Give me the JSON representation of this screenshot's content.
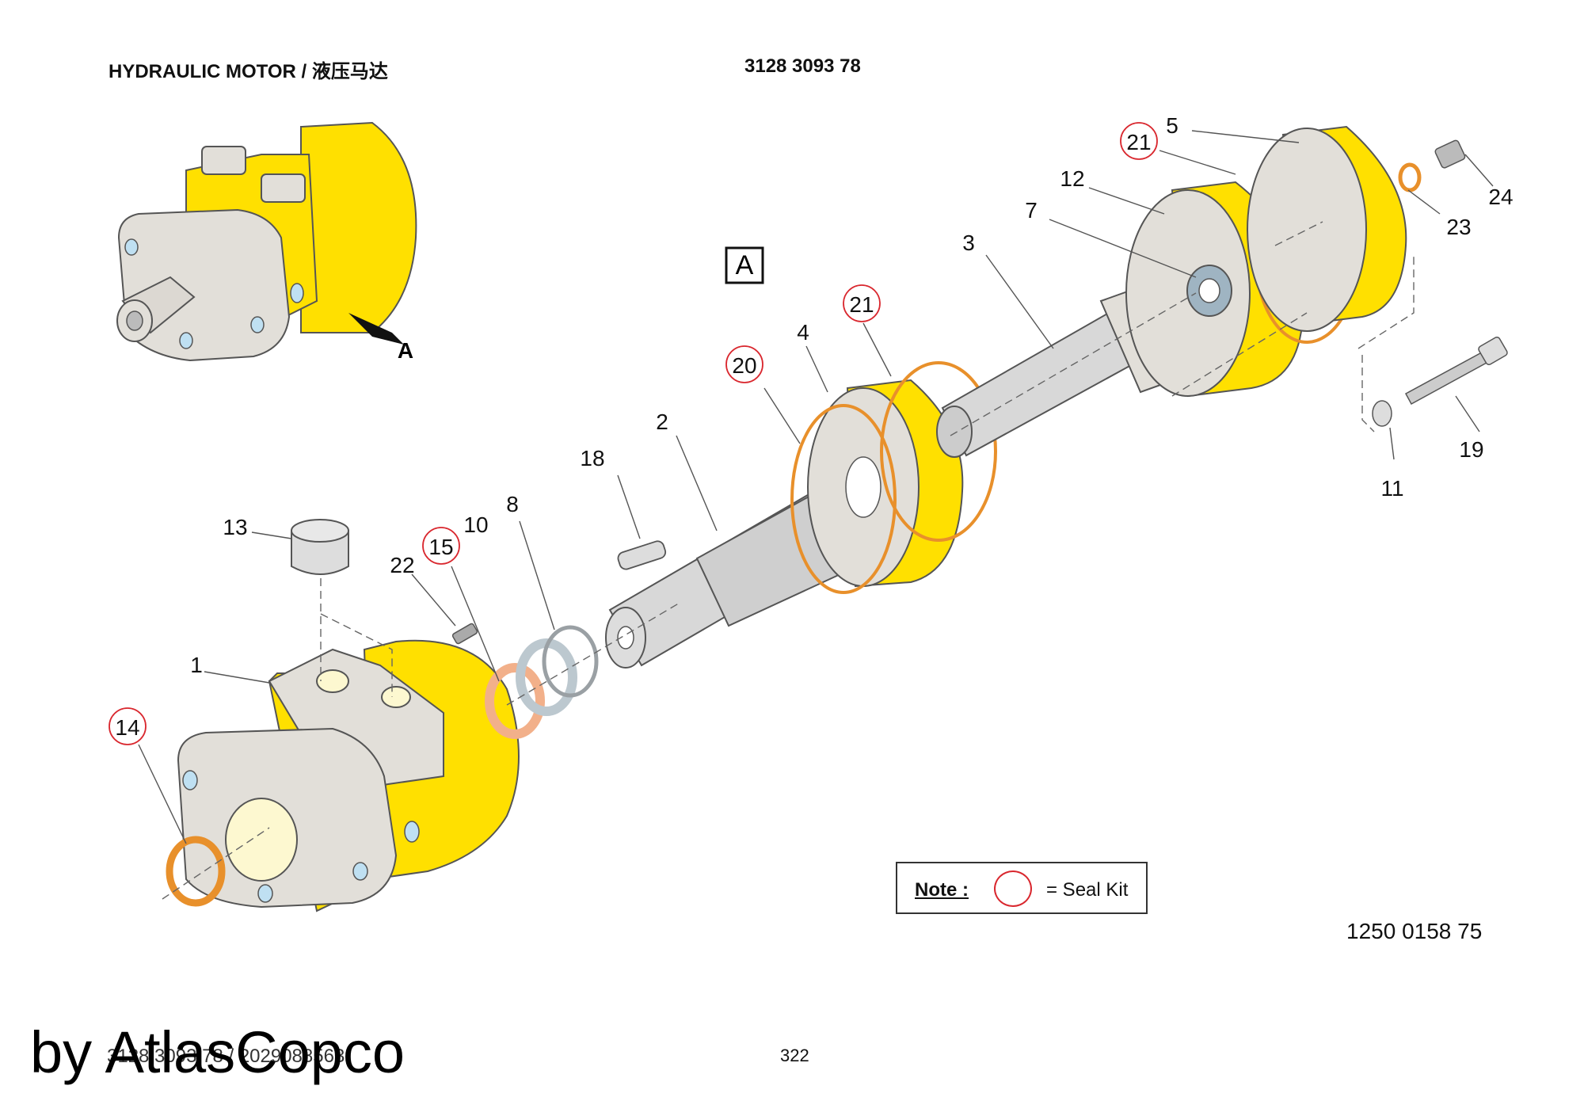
{
  "header": {
    "title": "HYDRAULIC MOTOR / 液压马达",
    "part_number": "3128 3093 78"
  },
  "view_label": "A",
  "view_arrow_label": "A",
  "callouts": {
    "c1": "1",
    "c2": "2",
    "c3": "3",
    "c4": "4",
    "c5": "5",
    "c7": "7",
    "c8": "8",
    "c10": "10",
    "c11": "11",
    "c12": "12",
    "c13": "13",
    "c14": "14",
    "c15": "15",
    "c18": "18",
    "c19": "19",
    "c20": "20",
    "c21a": "21",
    "c21b": "21",
    "c22": "22",
    "c23": "23",
    "c24": "24"
  },
  "note": {
    "label": "Note :",
    "text": "= Seal Kit"
  },
  "drawing_number": "1250 0158 75",
  "watermark": "by AtlasCopco",
  "footer": {
    "reference": "3128 3093 78 / 2029088563",
    "page": "322"
  },
  "colors": {
    "housing_yellow": "#ffe000",
    "part_grey": "#e2dfd9",
    "seal_orange": "#e8902b",
    "seal_callout_red": "#d9272e",
    "port_blue": "#bfe0f2"
  }
}
